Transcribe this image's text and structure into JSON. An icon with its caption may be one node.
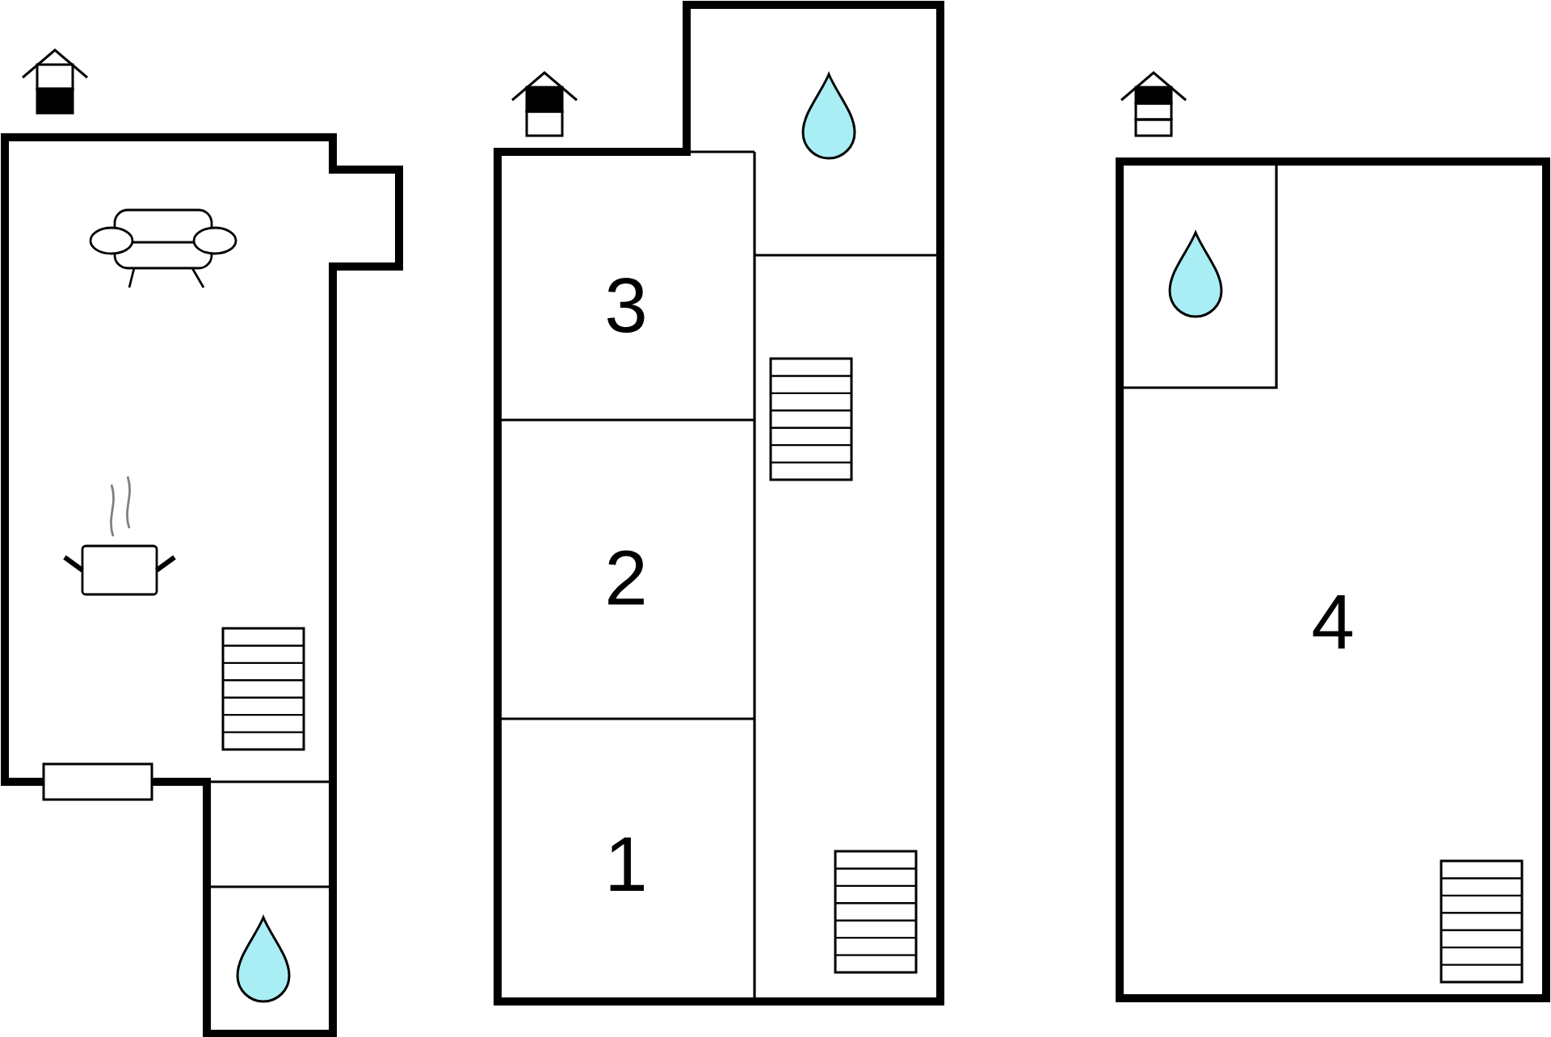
{
  "diagram": {
    "nodes": [
      {
        "text": [
          "3"
        ]
      },
      {
        "text": [
          "2"
        ]
      },
      {
        "text": [
          "1"
        ]
      },
      {
        "text": [
          "4"
        ]
      }
    ]
  }
}
